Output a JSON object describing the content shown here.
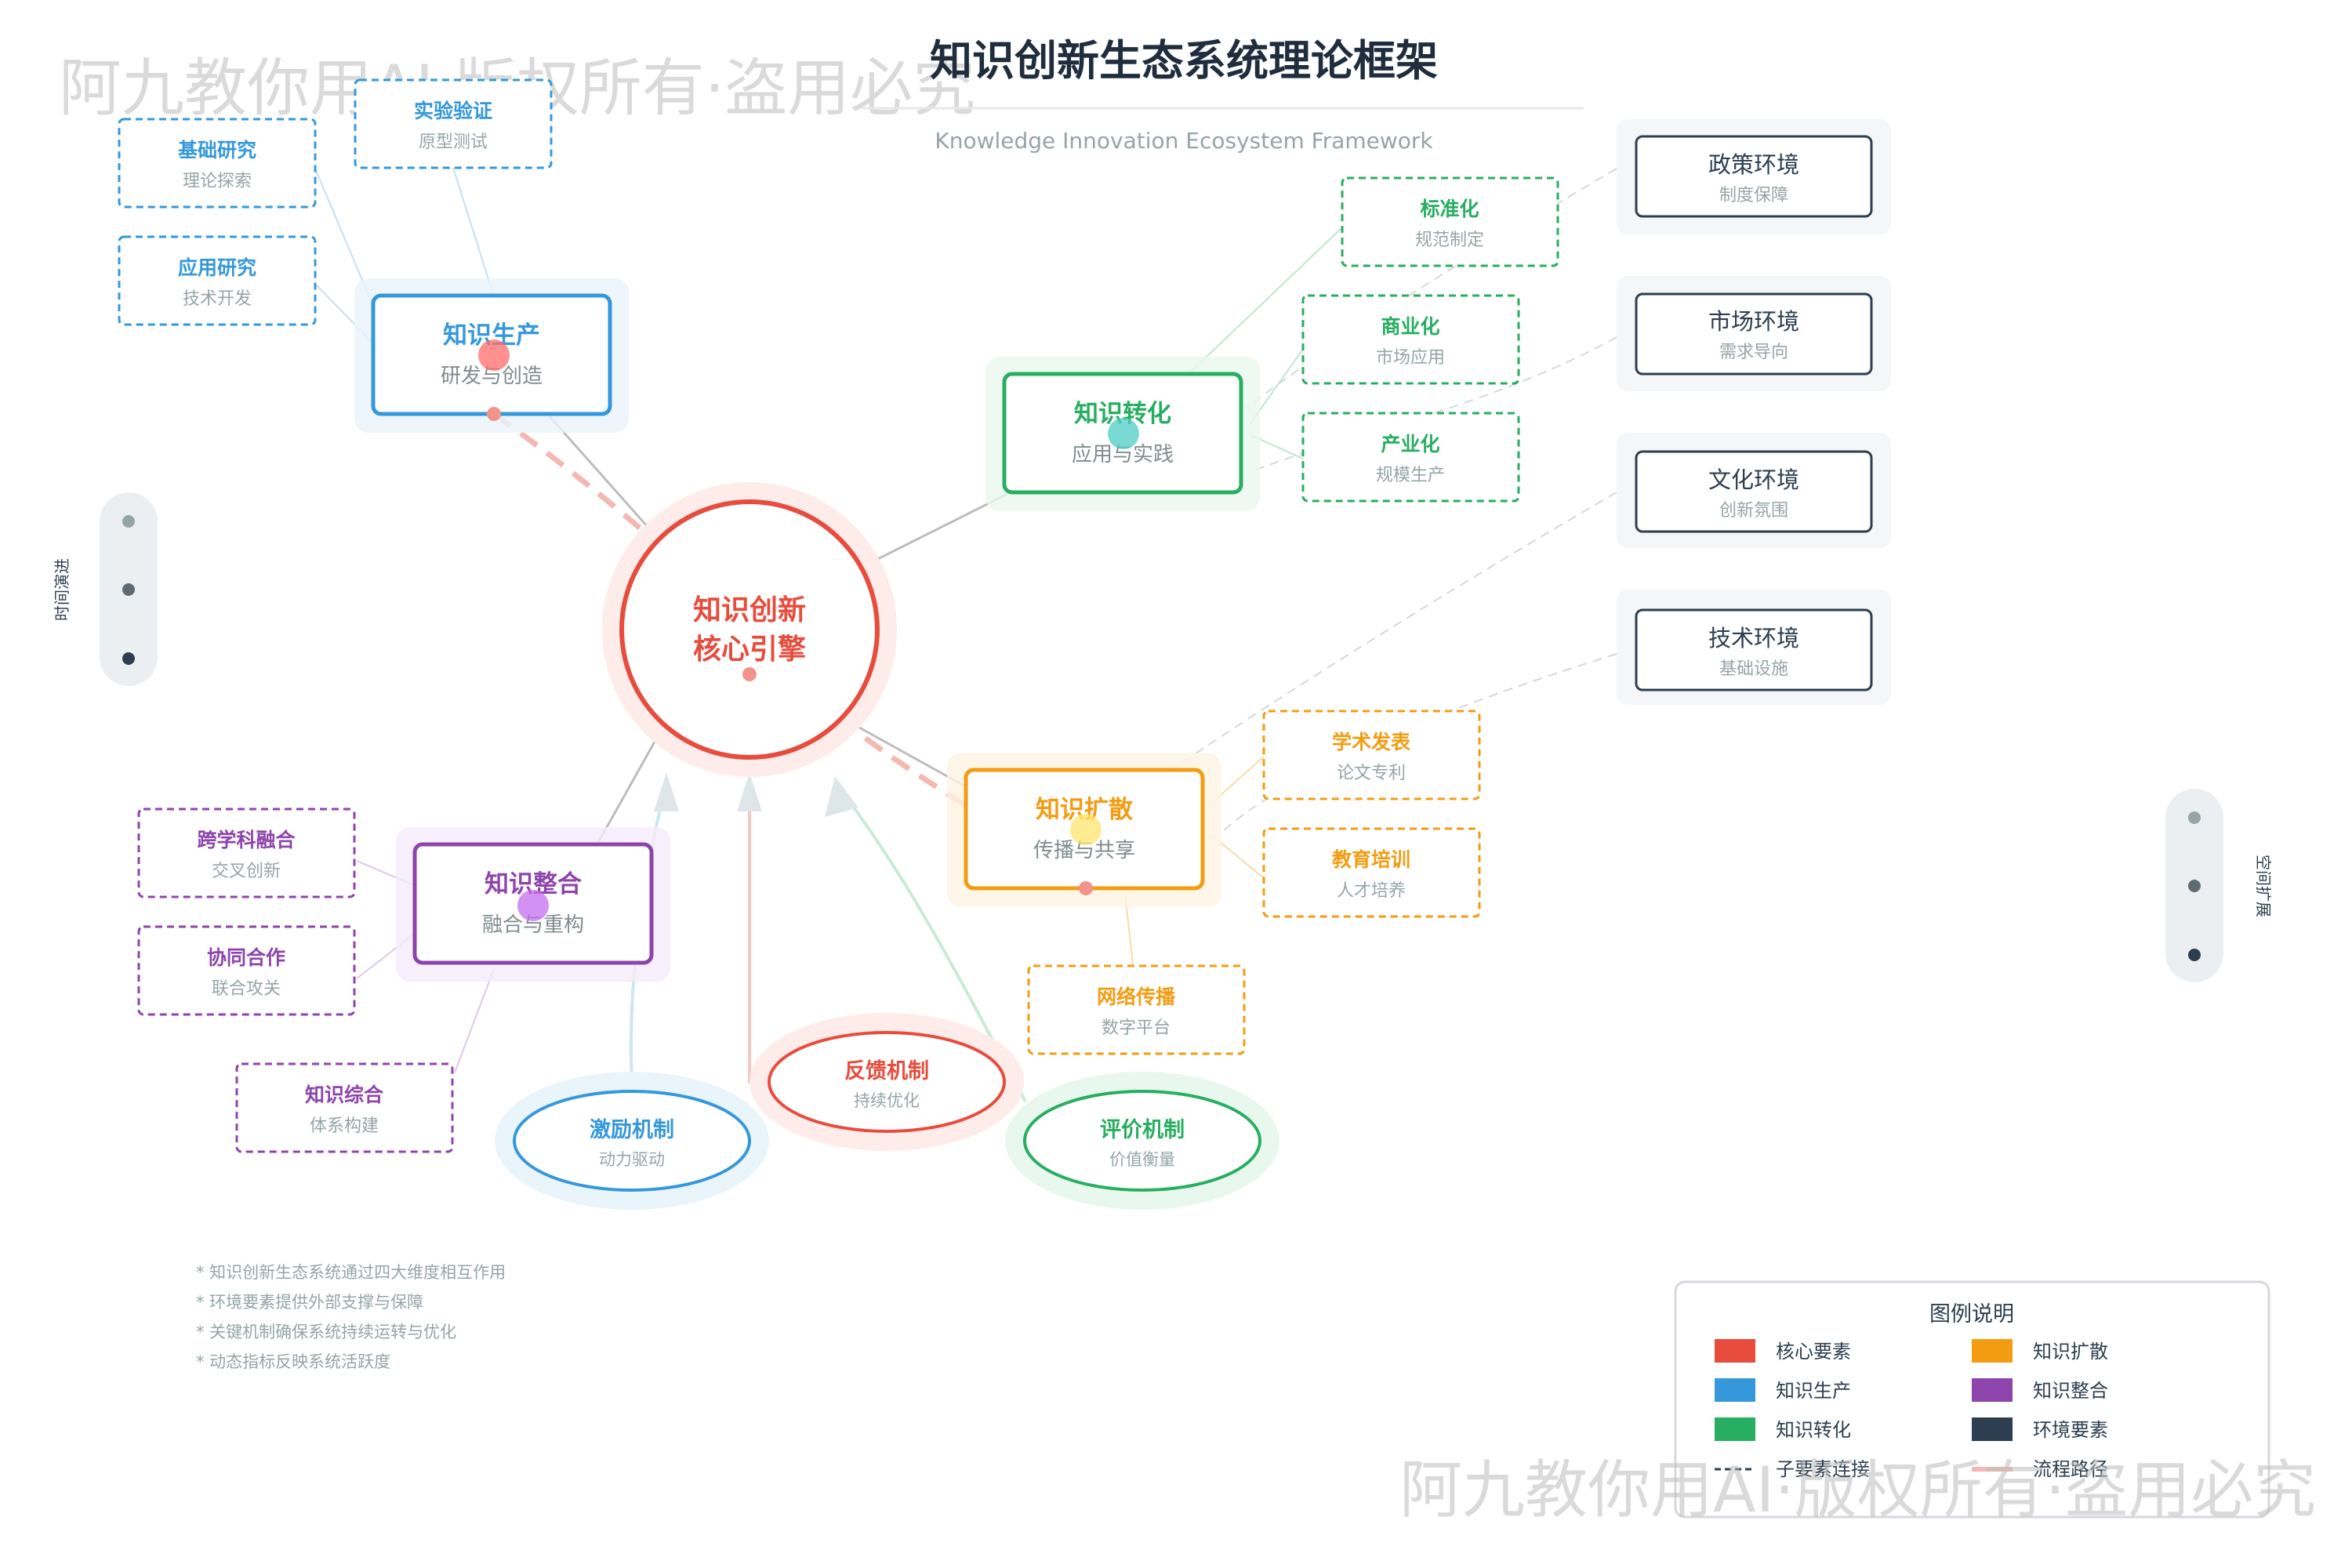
{
  "title": "知识创新生态系统理论框架",
  "subtitle": "Knowledge Innovation Ecosystem Framework",
  "watermark": "阿九教你用AI·版权所有·盗用必究",
  "core": {
    "line1": "知识创新",
    "line2": "核心引擎",
    "color": "#e74c3c"
  },
  "dimensions": {
    "production": {
      "title": "知识生产",
      "subtitle": "研发与创造",
      "color": "#3498db",
      "subs": [
        {
          "title": "基础研究",
          "subtitle": "理论探索"
        },
        {
          "title": "实验验证",
          "subtitle": "原型测试"
        },
        {
          "title": "应用研究",
          "subtitle": "技术开发"
        }
      ]
    },
    "transformation": {
      "title": "知识转化",
      "subtitle": "应用与实践",
      "color": "#27ae60",
      "subs": [
        {
          "title": "标准化",
          "subtitle": "规范制定"
        },
        {
          "title": "商业化",
          "subtitle": "市场应用"
        },
        {
          "title": "产业化",
          "subtitle": "规模生产"
        }
      ]
    },
    "diffusion": {
      "title": "知识扩散",
      "subtitle": "传播与共享",
      "color": "#f39c12",
      "subs": [
        {
          "title": "学术发表",
          "subtitle": "论文专利"
        },
        {
          "title": "教育培训",
          "subtitle": "人才培养"
        },
        {
          "title": "网络传播",
          "subtitle": "数字平台"
        }
      ]
    },
    "integration": {
      "title": "知识整合",
      "subtitle": "融合与重构",
      "color": "#8e44ad",
      "subs": [
        {
          "title": "跨学科融合",
          "subtitle": "交叉创新"
        },
        {
          "title": "协同合作",
          "subtitle": "联合攻关"
        },
        {
          "title": "知识综合",
          "subtitle": "体系构建"
        }
      ]
    }
  },
  "environment": [
    {
      "title": "政策环境",
      "subtitle": "制度保障"
    },
    {
      "title": "市场环境",
      "subtitle": "需求导向"
    },
    {
      "title": "文化环境",
      "subtitle": "创新氛围"
    },
    {
      "title": "技术环境",
      "subtitle": "基础设施"
    }
  ],
  "mechanisms": [
    {
      "title": "激励机制",
      "subtitle": "动力驱动",
      "color": "#3498db"
    },
    {
      "title": "反馈机制",
      "subtitle": "持续优化",
      "color": "#e74c3c"
    },
    {
      "title": "评价机制",
      "subtitle": "价值衡量",
      "color": "#27ae60"
    }
  ],
  "side_labels": {
    "left": "时间演进",
    "right": "空间扩展"
  },
  "notes": [
    "* 知识创新生态系统通过四大维度相互作用",
    "* 环境要素提供外部支撑与保障",
    "* 关键机制确保系统持续运转与优化",
    "* 动态指标反映系统活跃度"
  ],
  "legend": {
    "title": "图例说明",
    "items": [
      {
        "label": "核心要素",
        "color": "#e74c3c"
      },
      {
        "label": "知识扩散",
        "color": "#f39c12"
      },
      {
        "label": "知识生产",
        "color": "#3498db"
      },
      {
        "label": "知识整合",
        "color": "#8e44ad"
      },
      {
        "label": "知识转化",
        "color": "#27ae60"
      },
      {
        "label": "环境要素",
        "color": "#2c3e50"
      }
    ],
    "dashed_label": "子要素连接",
    "flow_label": "流程路径"
  }
}
